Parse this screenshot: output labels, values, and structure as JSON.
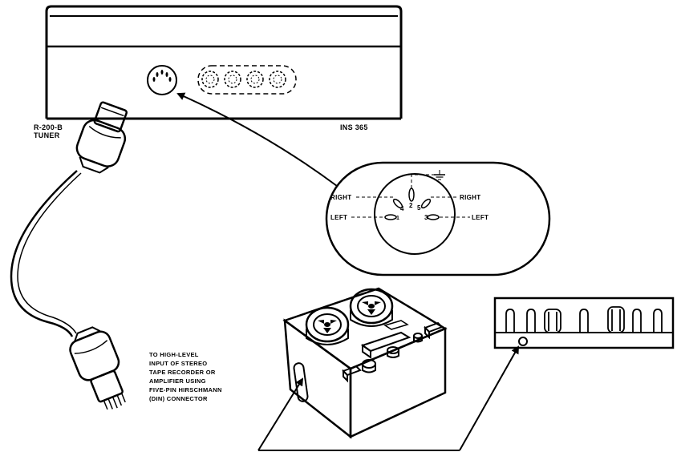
{
  "labels": {
    "tuner_model": "R-200-B",
    "tuner_word": "TUNER",
    "ins_number": "INS 365",
    "pin_right_left": "RIGHT",
    "pin_right_right": "RIGHT",
    "pin_left_left": "LEFT",
    "pin_left_right": "LEFT",
    "pin_1": "1",
    "pin_2": "2",
    "pin_3": "3",
    "pin_4": "4",
    "pin_5": "5",
    "note_lines": [
      "TO HIGH-LEVEL",
      "INPUT OF STEREO",
      "TAPE RECORDER OR",
      "AMPLIFIER USING",
      "FIVE-PIN HIRSCHMANN",
      "(DIN) CONNECTOR"
    ]
  }
}
